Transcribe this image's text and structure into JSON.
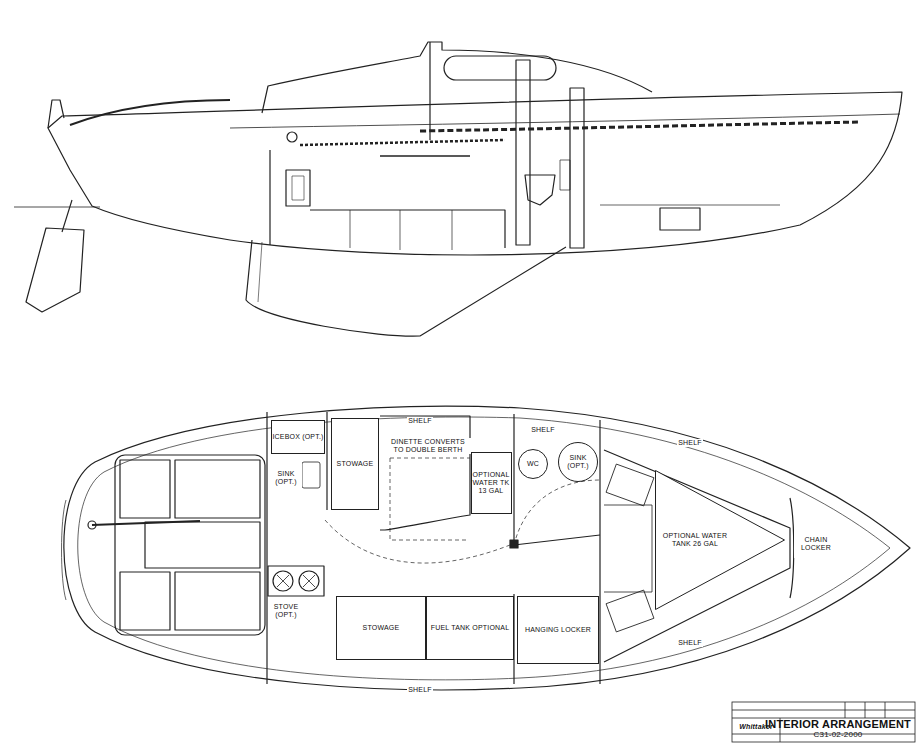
{
  "diagram": {
    "nodes": [
      {
        "text": [
          "ICEBOX (OPT.)"
        ]
      },
      {
        "text": [
          "SINK (OPT.)"
        ]
      },
      {
        "text": [
          "STOWAGE"
        ]
      },
      {
        "text": [
          "OPTIONAL WATER TK 13 GAL"
        ]
      },
      {
        "text": [
          "WC"
        ]
      },
      {
        "text": [
          "SINK (OPT.)"
        ]
      },
      {
        "text": [
          "OPTIONAL WATER TANK 26 GAL"
        ]
      },
      {
        "text": [
          "CHAIN LOCKER"
        ]
      },
      {
        "text": [
          "HANGING LOCKER"
        ]
      },
      {
        "text": [
          "FUEL TANK OPTIONAL"
        ]
      },
      {
        "text": [
          "STOWAGE"
        ]
      },
      {
        "text": [
          "INTERIOR ARRANGEMENT",
          "C31-02-2000"
        ]
      }
    ],
    "labels": [
      "SHELF",
      "DINETTE CONVERTS TO DOUBLE BERTH",
      "SHELF",
      "SHELF",
      "SHELF",
      "STOVE (OPT.)",
      "SHELF",
      "Whittaker"
    ]
  }
}
